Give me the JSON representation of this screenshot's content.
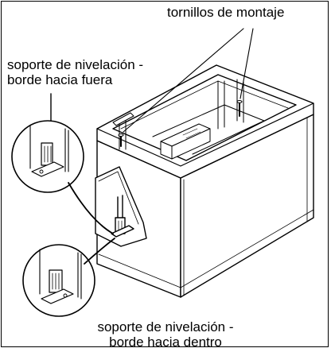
{
  "labels": {
    "mounting_screws": "tornillos de montaje",
    "leveling_out": {
      "line1": "soporte de nivelación -",
      "line2": "borde hacia fuera"
    },
    "leveling_in": {
      "line1": "soporte de nivelación -",
      "line2": "borde hacia dentro"
    }
  },
  "colors": {
    "ink": "#000000",
    "background": "#ffffff",
    "tone": "#d9d9d9"
  }
}
